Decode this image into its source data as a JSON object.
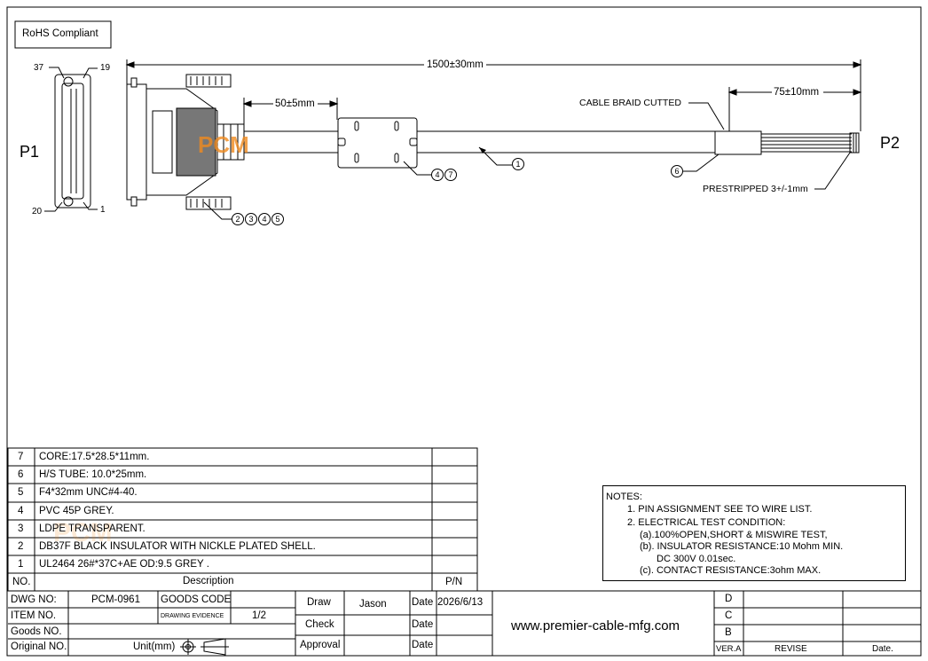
{
  "rohs": "RoHS Compliant",
  "p1_label": "P1",
  "p2_label": "P2",
  "pin_labels": {
    "tl": "37",
    "tr": "19",
    "bl": "20",
    "br": "1"
  },
  "dims": {
    "total": "1500±30mm",
    "boot": "50±5mm",
    "strip": "75±10mm"
  },
  "annotations": {
    "braid": "CABLE BRAID CUTTED",
    "prestripped": "PRESTRIPPED 3+/-1mm"
  },
  "balloons": {
    "cable": [
      "1"
    ],
    "connector": [
      "2",
      "3",
      "4",
      "5"
    ],
    "core": [
      "4",
      "7"
    ],
    "tube": [
      "6"
    ]
  },
  "logo": "PCM",
  "bom": {
    "rows": [
      {
        "no": "7",
        "desc": "CORE:17.5*28.5*11mm.",
        "pn": ""
      },
      {
        "no": "6",
        "desc": "H/S TUBE: 10.0*25mm.",
        "pn": ""
      },
      {
        "no": "5",
        "desc": "F4*32mm UNC#4-40.",
        "pn": ""
      },
      {
        "no": "4",
        "desc": "PVC 45P GREY.",
        "pn": ""
      },
      {
        "no": "3",
        "desc": "LDPE TRANSPARENT.",
        "pn": ""
      },
      {
        "no": "2",
        "desc": "DB37F BLACK INSULATOR WITH NICKLE PLATED SHELL.",
        "pn": ""
      },
      {
        "no": "1",
        "desc": "UL2464 26#*37C+AE OD:9.5   GREY .",
        "pn": ""
      }
    ],
    "header": {
      "no": "NO.",
      "desc": "Description",
      "pn": "P/N"
    }
  },
  "notes": {
    "title": "NOTES:",
    "lines": [
      "1. PIN ASSIGNMENT SEE TO WIRE LIST.",
      "2. ELECTRICAL TEST CONDITION:",
      "(a).100%OPEN,SHORT & MISWIRE TEST,",
      "(b). INSULATOR RESISTANCE:10 Mohm MIN.",
      "DC 300V 0.01sec.",
      "(c). CONTACT RESISTANCE:3ohm MAX."
    ]
  },
  "title_block": {
    "dwg_label": "DWG NO:",
    "dwg_value": "PCM-0961",
    "goods_code": "GOODS CODE",
    "item_label": "ITEM NO.",
    "drawing_evidence": "DRAWING EVIDENCE",
    "sheet": "1/2",
    "goods_label": "Goods NO.",
    "original_label": "Original NO.",
    "unit": "Unit(mm)",
    "draw": "Draw",
    "drawer": "Jason",
    "check": "Check",
    "approval": "Approval",
    "date_label": "Date",
    "date_value": "2026/6/13",
    "website": "www.premier-cable-mfg.com",
    "revs": [
      "D",
      "C",
      "B"
    ],
    "ver": "VER.A",
    "revise": "REVISE",
    "date_col": "Date."
  }
}
